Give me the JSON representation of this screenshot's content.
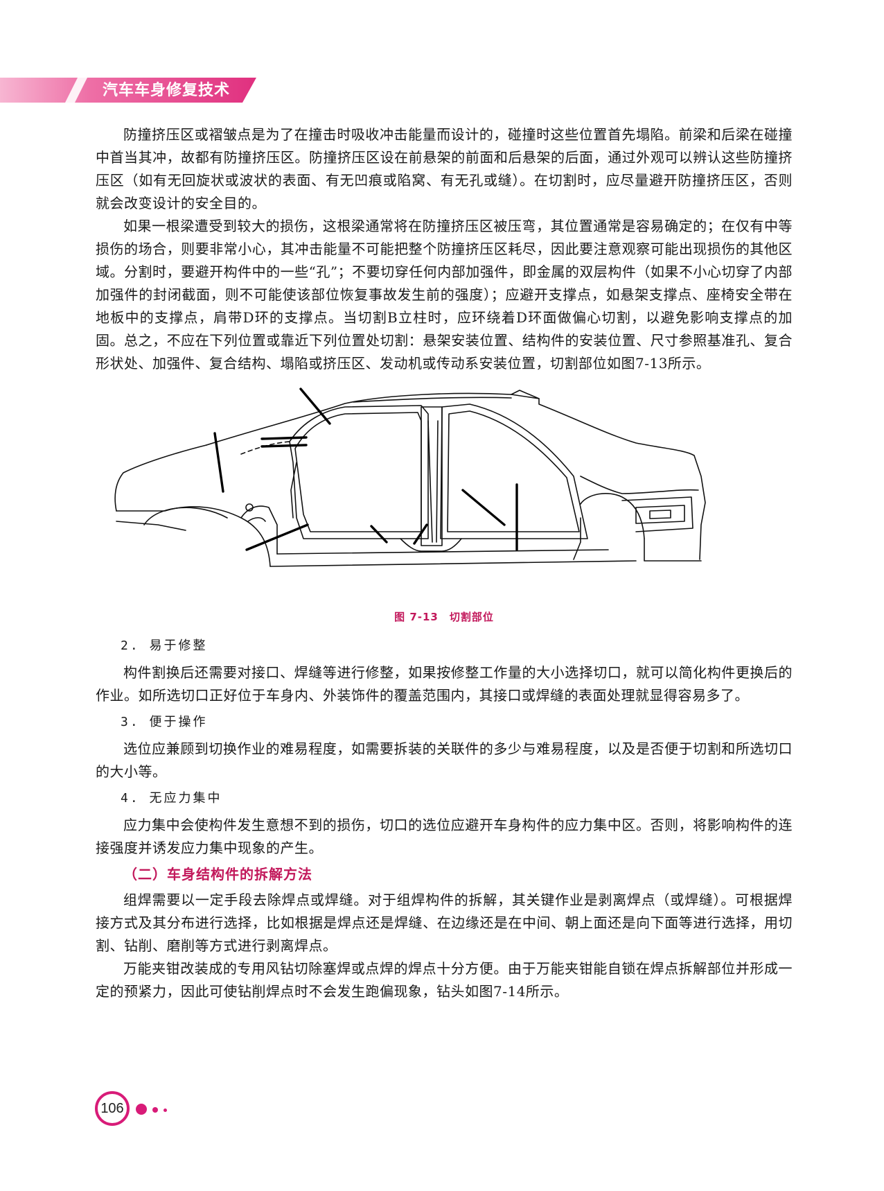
{
  "header": {
    "title": "汽车车身修复技术",
    "accent": "#e8488f"
  },
  "paragraphs_top": [
    "防撞挤压区或褶皱点是为了在撞击时吸收冲击能量而设计的，碰撞时这些位置首先塌陷。前梁和后梁在碰撞中首当其冲，故都有防撞挤压区。防撞挤压区设在前悬架的前面和后悬架的后面，通过外观可以辨认这些防撞挤压区（如有无回旋状或波状的表面、有无凹痕或陷窝、有无孔或缝）。在切割时，应尽量避开防撞挤压区，否则就会改变设计的安全目的。",
    "如果一根梁遭受到较大的损伤，这根梁通常将在防撞挤压区被压弯，其位置通常是容易确定的；在仅有中等损伤的场合，则要非常小心，其冲击能量不可能把整个防撞挤压区耗尽，因此要注意观察可能出现损伤的其他区域。分割时，要避开构件中的一些“孔”；不要切穿任何内部加强件，即金属的双层构件（如果不小心切穿了内部加强件的封闭截面，则不可能使该部位恢复事故发生前的强度）；应避开支撑点，如悬架支撑点、座椅安全带在地板中的支撑点，肩带D环的支撑点。当切割B立柱时，应环绕着D环面做偏心切割，以避免影响支撑点的加固。总之，不应在下列位置或靠近下列位置处切割：悬架安装位置、结构件的安装位置、尺寸参照基准孔、复合形状处、加强件、复合结构、塌陷或挤压区、发动机或传动系安装位置，切割部位如图7-13所示。"
  ],
  "figure": {
    "caption": "图 7-13　切割部位"
  },
  "sections": [
    {
      "subhead": "2. 易于修整",
      "text": "构件割换后还需要对接口、焊缝等进行修整，如果按修整工作量的大小选择切口，就可以简化构件更换后的作业。如所选切口正好位于车身内、外装饰件的覆盖范围内，其接口或焊缝的表面处理就显得容易多了。"
    },
    {
      "subhead": "3. 便于操作",
      "text": "选位应兼顾到切换作业的难易程度，如需要拆装的关联件的多少与难易程度，以及是否便于切割和所选切口的大小等。"
    },
    {
      "subhead": "4. 无应力集中",
      "text": "应力集中会使构件发生意想不到的损伤，切口的选位应避开车身构件的应力集中区。否则，将影响构件的连接强度并诱发应力集中现象的产生。"
    }
  ],
  "section_heading": "（二）车身结构件的拆解方法",
  "paragraphs_bottom": [
    "组焊需要以一定手段去除焊点或焊缝。对于组焊构件的拆解，其关键作业是剥离焊点（或焊缝）。可根据焊接方式及其分布进行选择，比如根据是焊点还是焊缝、在边缘还是在中间、朝上面还是向下面等进行选择，用切割、钻削、磨削等方式进行剥离焊点。",
    "万能夹钳改装成的专用风钻切除塞焊或点焊的焊点十分方便。由于万能夹钳能自锁在焊点拆解部位并形成一定的预紧力，因此可使钻削焊点时不会发生跑偏现象，钻头如图7-14所示。"
  ],
  "page_number": "106"
}
